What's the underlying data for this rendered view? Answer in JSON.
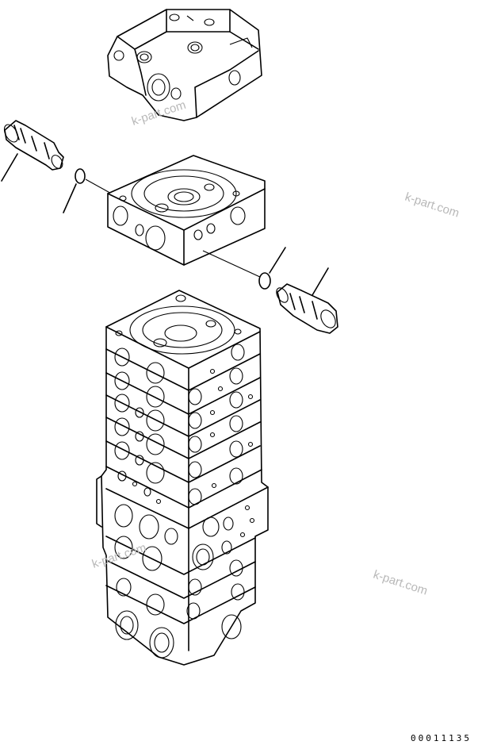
{
  "watermarks": [
    "k-part.com",
    "k-part.com",
    "k-part.com",
    "k-part.com"
  ],
  "drawing_number": "00011135",
  "colors": {
    "line": "#000000",
    "watermark": "#b8b8b8",
    "background": "#ffffff"
  },
  "parts": [
    "top-cover-block",
    "relief-valve-left",
    "o-ring-left",
    "spacer-plate",
    "o-ring-right",
    "relief-valve-right",
    "main-valve-stack"
  ]
}
